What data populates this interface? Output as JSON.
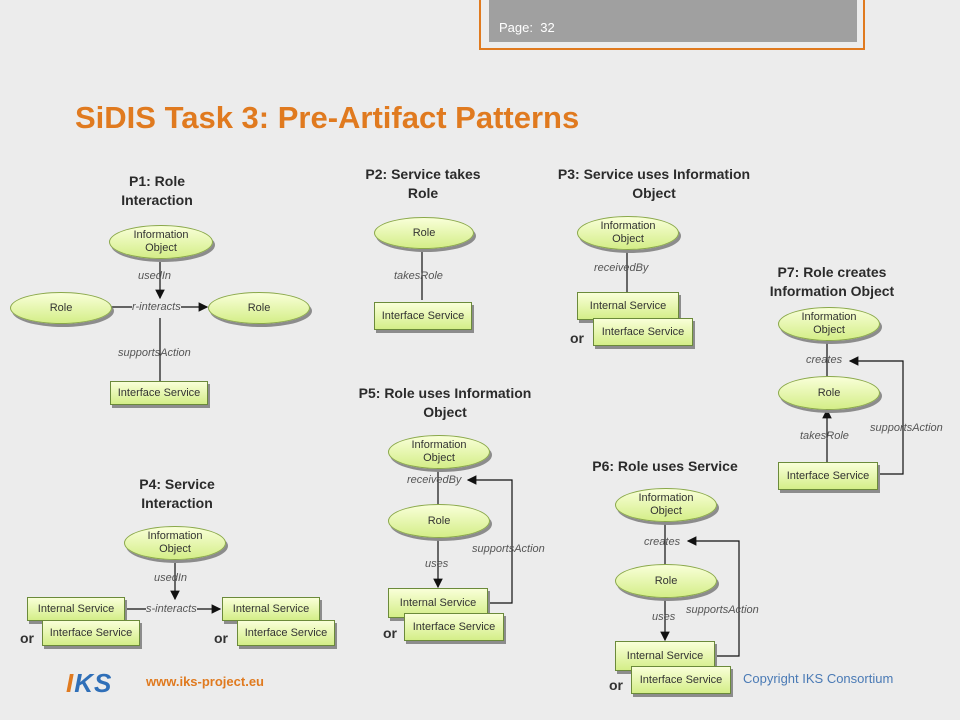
{
  "header": {
    "page_label": "Page:",
    "page_number": "32"
  },
  "title": "SiDIS Task 3: Pre-Artifact Patterns",
  "patterns": {
    "p1": {
      "title": "P1: Role\nInteraction",
      "info_object": "Information\nObject",
      "role_left": "Role",
      "role_right": "Role",
      "interface_service": "Interface Service",
      "used_in": "usedIn",
      "r_interacts": "r-interacts",
      "supports_action": "supportsAction"
    },
    "p2": {
      "title": "P2: Service takes\nRole",
      "role": "Role",
      "interface_service": "Interface Service",
      "takes_role": "takesRole"
    },
    "p3": {
      "title": "P3: Service uses Information\nObject",
      "info_object": "Information\nObject",
      "internal_service": "Internal Service",
      "interface_service": "Interface Service",
      "received_by": "receivedBy",
      "or": "or"
    },
    "p4": {
      "title": "P4: Service\nInteraction",
      "info_object": "Information\nObject",
      "internal_left": "Internal Service",
      "interface_left": "Interface Service",
      "internal_right": "Internal Service",
      "interface_right": "Interface Service",
      "used_in": "usedIn",
      "s_interacts": "s-interacts",
      "or_left": "or",
      "or_right": "or"
    },
    "p5": {
      "title": "P5: Role uses Information\nObject",
      "info_object": "Information\nObject",
      "role": "Role",
      "internal_service": "Internal Service",
      "interface_service": "Interface Service",
      "received_by": "receivedBy",
      "uses": "uses",
      "supports_action": "supportsAction",
      "or": "or"
    },
    "p6": {
      "title": "P6: Role uses Service",
      "info_object": "Information\nObject",
      "role": "Role",
      "internal_service": "Internal Service",
      "interface_service": "Interface Service",
      "creates": "creates",
      "uses": "uses",
      "supports_action": "supportsAction",
      "or": "or"
    },
    "p7": {
      "title": "P7: Role creates\nInformation Object",
      "info_object": "Information\nObject",
      "role": "Role",
      "interface_service": "Interface Service",
      "creates": "creates",
      "takes_role": "takesRole",
      "supports_action": "supportsAction"
    }
  },
  "footer": {
    "logo": "IKS",
    "url": "www.iks-project.eu",
    "copyright": "Copyright IKS Consortium"
  }
}
